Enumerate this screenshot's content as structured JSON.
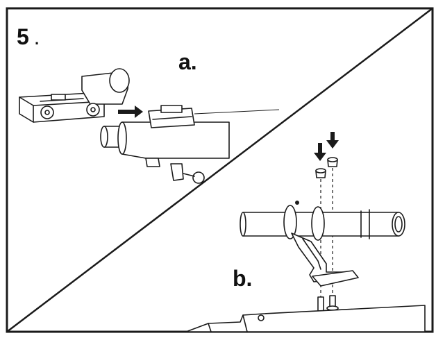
{
  "panel": {
    "step_number": "5",
    "step_dot": ".",
    "sub_a": "a.",
    "sub_b": "b."
  },
  "icons": {
    "arrow_a": "right-arrow-icon",
    "arrow_b": "down-arrow-icon"
  },
  "colors": {
    "ink": "#1a1a1a",
    "paper": "#ffffff"
  }
}
